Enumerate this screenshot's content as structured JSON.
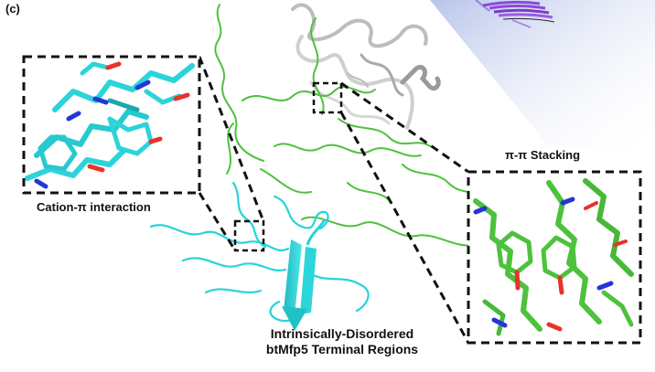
{
  "panel_label": "(c)",
  "labels": {
    "cation_pi": "Cation-π interaction",
    "pi_pi": "π-π Stacking",
    "idr_line1": "Intrinsically-Disordered",
    "idr_line2": "btMfp5 Terminal Regions"
  },
  "colors": {
    "cyan_protein": "#27d3d8",
    "green_protein": "#4ec13d",
    "gray_protein": "#c9c9c9",
    "purple_fibril": "#8a4bd6",
    "oxygen": "#e8322a",
    "nitrogen": "#2436d6",
    "dashed_frame": "#111111",
    "shadow_beam": "#c9d3ee"
  },
  "icons": [
    "cyan-protein-ribbon",
    "green-protein-coil",
    "gray-protein-ribbon",
    "amyloid-fibril",
    "zoom-inset-cation-pi",
    "zoom-inset-pi-stacking"
  ]
}
